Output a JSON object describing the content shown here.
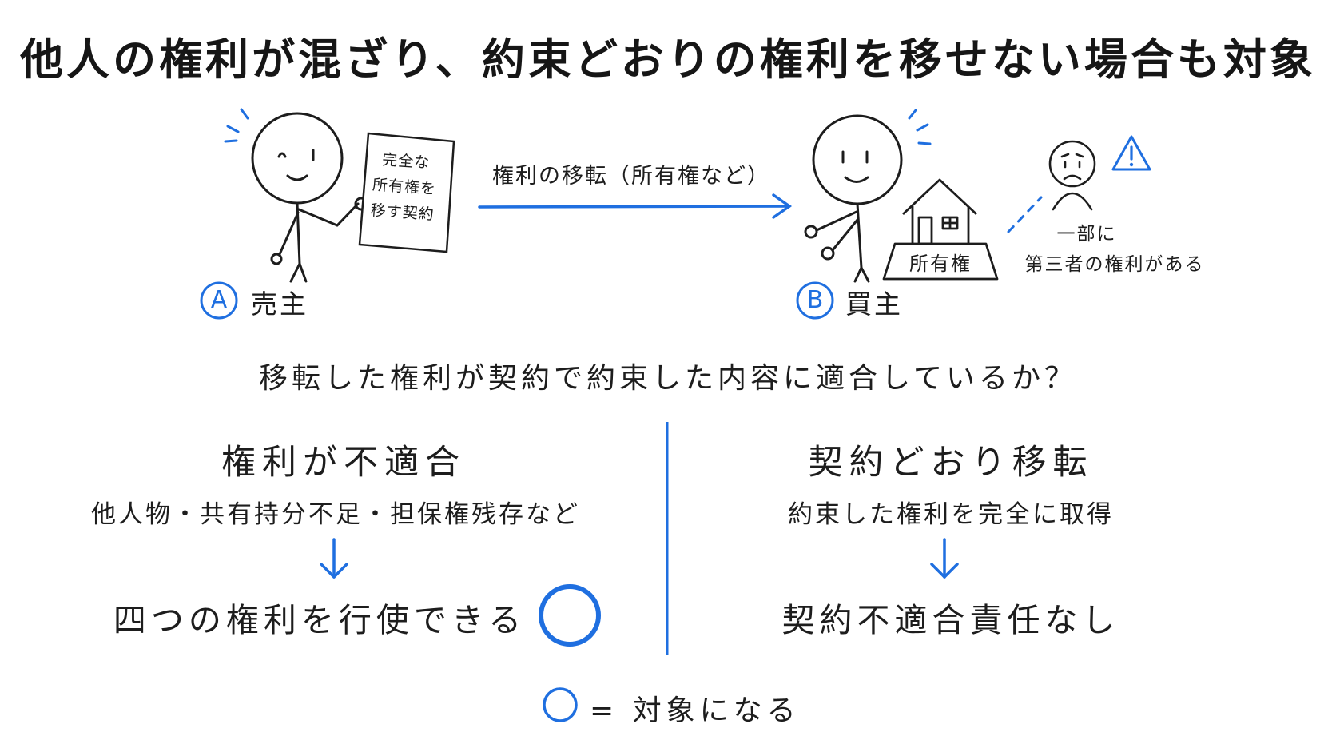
{
  "title": "他人の権利が混ざり、約束どおりの権利を移せない場合も対象",
  "seller": {
    "badge": "A",
    "label": "売主"
  },
  "document": {
    "lines": [
      "完全な",
      "所有権を",
      "移す契約"
    ]
  },
  "transfer": {
    "label": "権利の移転（所有権など）"
  },
  "buyer": {
    "badge": "B",
    "label": "買主"
  },
  "house": {
    "label": "所有権"
  },
  "third_party": {
    "lines": [
      "一部に",
      "第三者の権利がある"
    ],
    "icon": "warning-icon"
  },
  "question": "移転した権利が契約で約束した内容に適合しているか？",
  "left_column": {
    "heading": "権利が不適合",
    "detail": "他人物・共有持分不足・担保権残存など",
    "result": "四つの権利を行使できる",
    "marker": "circle-mark"
  },
  "right_column": {
    "heading": "契約どおり移転",
    "detail": "約束した権利を完全に取得",
    "result": "契約不適合責任なし"
  },
  "legend": {
    "text": "= 対象になる",
    "marker": "circle-mark"
  },
  "colors": {
    "accent": "#1f6fe0",
    "ink": "#1d1d1d"
  }
}
